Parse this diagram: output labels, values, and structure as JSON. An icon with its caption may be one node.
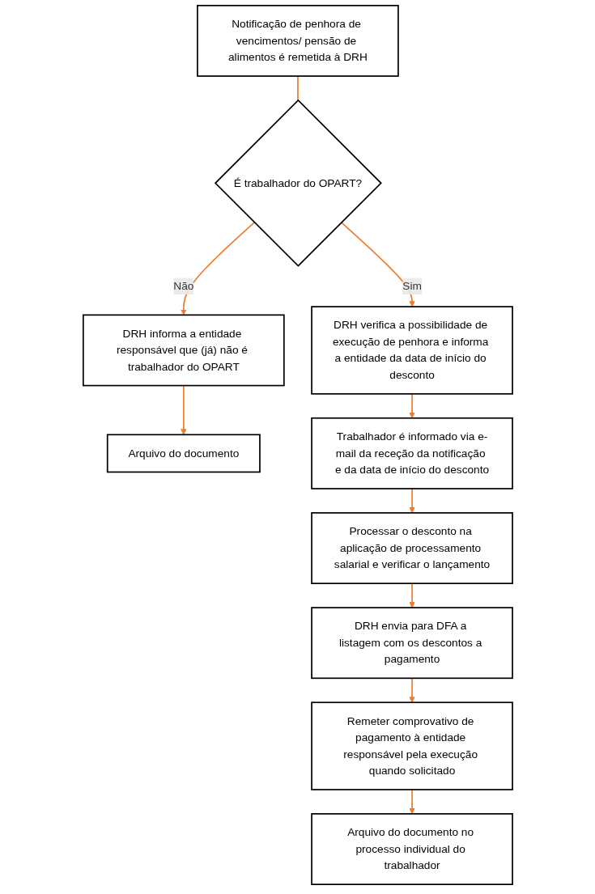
{
  "diagram": {
    "nodes": [
      {
        "text": [
          "Notificação de penhora de vencimentos/ pensão de alimentos é remetida à DRH"
        ]
      },
      {
        "text": [
          "É trabalhador do OPART?"
        ]
      },
      {
        "text": [
          "DRH verifica a possibilidade de execução de penhora e informa a entidade da data de início do desconto"
        ]
      },
      {
        "text": [
          "DRH informa a entidade responsável que (já) não é trabalhador do OPART"
        ]
      },
      {
        "text": [
          "Arquivo do documento"
        ]
      },
      {
        "text": [
          "Trabalhador é informado via e-mail da receção da notificação e da data de início do desconto"
        ]
      },
      {
        "text": [
          "Processar o desconto na aplicação de processamento salarial e verificar o lançamento"
        ]
      },
      {
        "text": [
          "DRH envia para DFA a listagem com os descontos a pagamento"
        ]
      },
      {
        "text": [
          "Remeter comprovativo de pagamento à entidade responsável pela execução quando solicitado"
        ]
      },
      {
        "text": [
          "Arquivo do documento no processo individual do trabalhador"
        ]
      }
    ],
    "edges": [
      {
        "from": 0,
        "to": 1,
        "arrow": "none"
      },
      {
        "from": 1,
        "to": 2,
        "arrow": "to",
        "label": "Sim"
      },
      {
        "from": 1,
        "to": 3,
        "arrow": "to",
        "label": "Não"
      },
      {
        "from": 3,
        "to": 4,
        "arrow": "to"
      },
      {
        "from": 2,
        "to": 5,
        "arrow": "to"
      },
      {
        "from": 5,
        "to": 6,
        "arrow": "to"
      },
      {
        "from": 6,
        "to": 7,
        "arrow": "to"
      },
      {
        "from": 7,
        "to": 8,
        "arrow": "to"
      },
      {
        "from": 8,
        "to": 9,
        "arrow": "to"
      }
    ]
  }
}
